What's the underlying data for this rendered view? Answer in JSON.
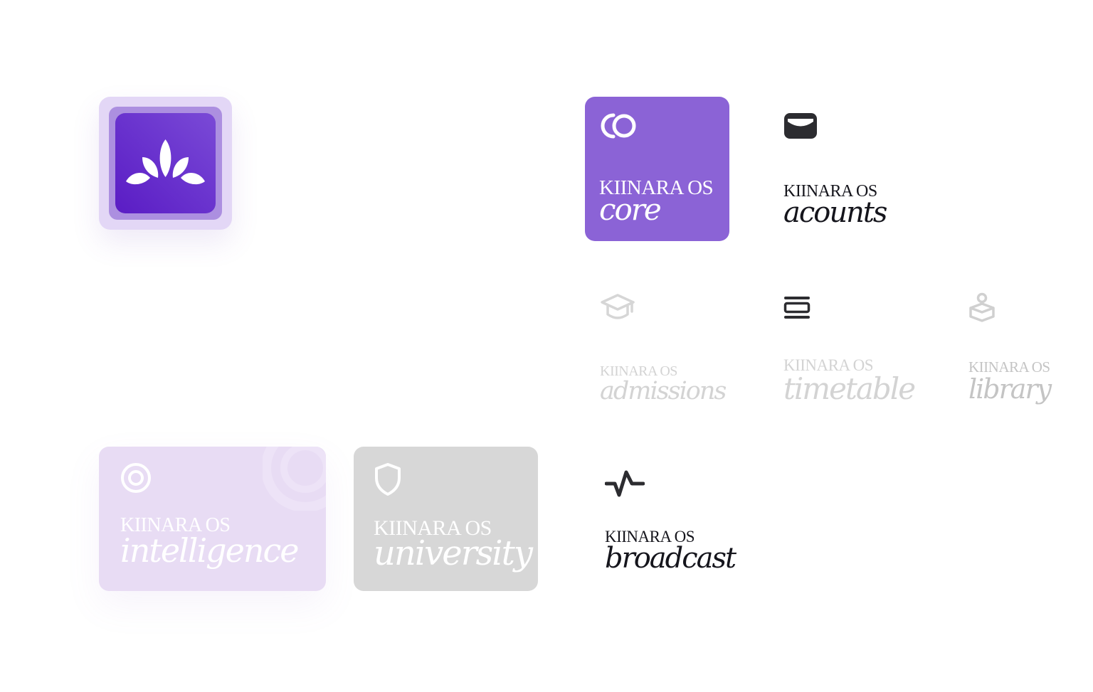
{
  "colors": {
    "primary_purple": "#8b63d6",
    "deep_purple": "#5a1cc4",
    "lavender": "#e8dcf4",
    "dark": "#1f1f26",
    "muted_gray": "#d0d0d0",
    "tile_gray": "#d7d7d7"
  },
  "app_icon": {
    "icon": "lotus-icon"
  },
  "products": {
    "core": {
      "brand": "KIINARA OS",
      "name": "core",
      "icon": "ring-logo-icon"
    },
    "accounts": {
      "brand": "KIINARA OS",
      "name": "acounts",
      "icon": "wallet-icon"
    },
    "admissions": {
      "brand": "KIINARA OS",
      "name": "admissions",
      "icon": "graduation-cap-icon"
    },
    "timetable": {
      "brand": "KIINARA OS",
      "name": "timetable",
      "icon": "rows-icon"
    },
    "library": {
      "brand": "KIINARA OS",
      "name": "library",
      "icon": "book-reader-icon"
    },
    "intelligence": {
      "brand": "KIINARA OS",
      "name": "intelligence",
      "icon": "target-icon"
    },
    "university": {
      "brand": "KIINARA OS",
      "name": "university",
      "icon": "shield-icon"
    },
    "broadcast": {
      "brand": "KIINARA OS",
      "name": "broadcast",
      "icon": "pulse-icon"
    }
  }
}
